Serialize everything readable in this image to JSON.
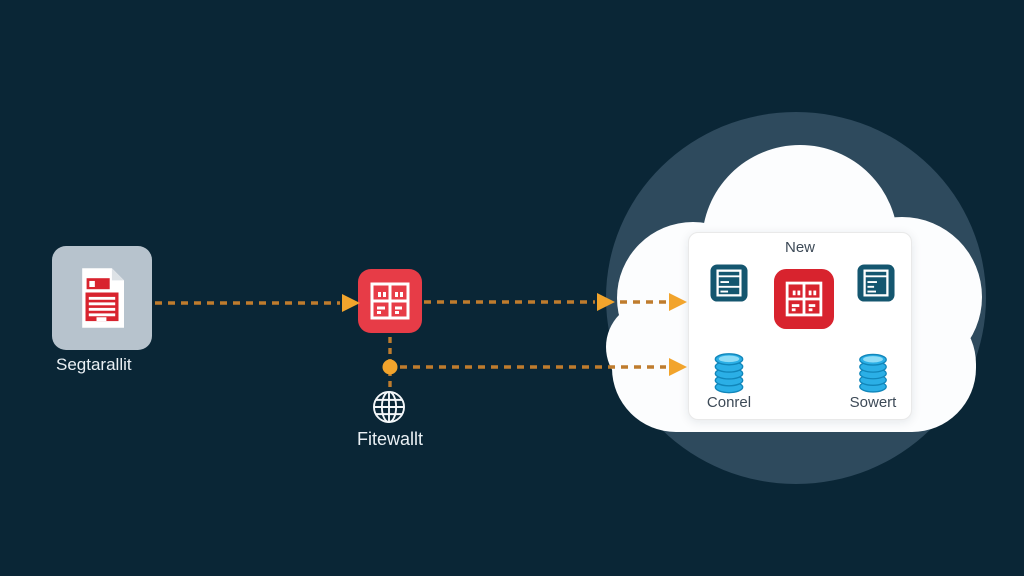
{
  "diagram": {
    "source_node": {
      "label": "Segtarallit",
      "icon": "document-icon"
    },
    "firewall_node": {
      "label": "Fitewallt",
      "icon": "firewall-icon",
      "below_icon": "globe-icon"
    },
    "cloud_group": {
      "icon": "cloud-icon",
      "panel": {
        "title": "New",
        "top_row_icons": [
          "server-icon",
          "firewall-icon",
          "server-icon"
        ],
        "databases": [
          {
            "label": "Conrel",
            "icon": "database-icon"
          },
          {
            "label": "Sowert",
            "icon": "database-icon"
          }
        ]
      }
    },
    "connections": [
      {
        "from": "source-node",
        "to": "firewall-node",
        "style": "orange-dashed-arrow"
      },
      {
        "from": "firewall-node",
        "to": "cloud-panel-top",
        "style": "orange-dashed-arrow-two-heads"
      },
      {
        "from": "firewall-node-junction-dot",
        "to": "cloud-databases",
        "style": "orange-dashed-arrow"
      }
    ]
  },
  "colors": {
    "bg": "#0a2636",
    "halo": "#2e4a5d",
    "cloud": "#fcfdfe",
    "panel-bg": "#ffffff",
    "panel-border": "#e9e9e9",
    "tile-bg": "#b7c3cd",
    "doc-red": "#d8232e",
    "firewall-red": "#e73c47",
    "cloud-firewall-red": "#d8232e",
    "server-teal": "#14566f",
    "db-blue": "#2bafe6",
    "db-blue-dark": "#1186ba",
    "db-blue-light": "#8edcf6",
    "dash": "#bf7c2d",
    "arrow": "#f2a42c",
    "label-light": "#eaf0f4",
    "label-dark": "#3d4a57"
  }
}
